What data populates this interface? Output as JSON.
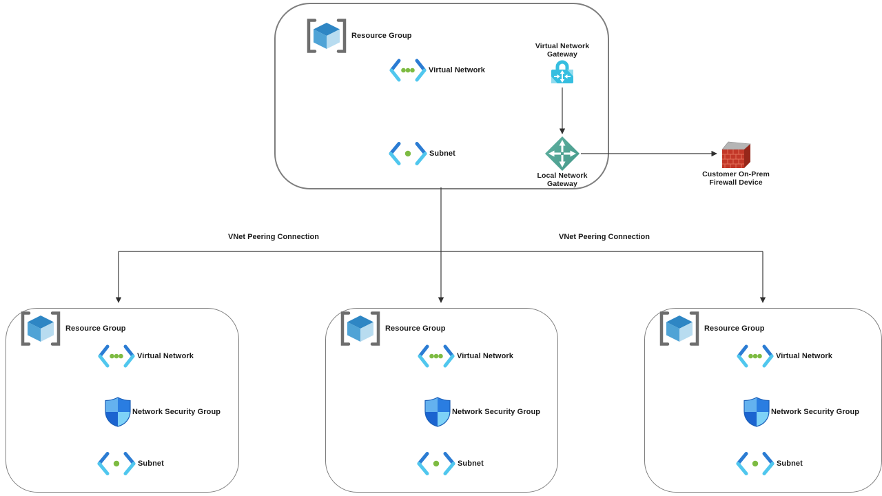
{
  "colors": {
    "box_border": "#7e7e7e",
    "connector": "#3a3a3a",
    "label_text": "#1b1b1b",
    "bracket_gray": "#6e6e6e",
    "cube_top": "#2e86c4",
    "cube_left": "#4fa3d6",
    "cube_right": "#b8dcf0",
    "chevron_blue": "#2b7cd3",
    "chevron_cyan": "#50c7ee",
    "dot_green": "#7dbb42",
    "shield_tl": "#64b2ef",
    "shield_tr": "#2a7de1",
    "shield_bl": "#1b64d0",
    "shield_br": "#7ed2f7",
    "shield_border": "#1a5fb8",
    "lock_cyan": "#35bee0",
    "diamond_teal_light": "#5fb0a0",
    "diamond_teal_dark": "#45998a",
    "firewall_red": "#c23728",
    "firewall_side": "#96271a",
    "firewall_top": "#b5b5b5",
    "brick_line": "#e2705a"
  },
  "hub": {
    "resource_group_label": "Resource Group",
    "virtual_network_label": "Virtual Network",
    "subnet_label": "Subnet",
    "virtual_network_gateway_label": "Virtual Network Gateway",
    "local_network_gateway_label": "Local Network Gateway"
  },
  "external": {
    "firewall_label": "Customer On-Prem Firewall Device"
  },
  "connections": {
    "left_peering_label": "VNet Peering Connection",
    "right_peering_label": "VNet Peering Connection"
  },
  "spokes": [
    {
      "resource_group_label": "Resource Group",
      "virtual_network_label": "Virtual Network",
      "network_security_group_label": "Network Security Group",
      "subnet_label": "Subnet"
    },
    {
      "resource_group_label": "Resource Group",
      "virtual_network_label": "Virtual Network",
      "network_security_group_label": "Network Security Group",
      "subnet_label": "Subnet"
    },
    {
      "resource_group_label": "Resource Group",
      "virtual_network_label": "Virtual Network",
      "network_security_group_label": "Network Security Group",
      "subnet_label": "Subnet"
    }
  ]
}
